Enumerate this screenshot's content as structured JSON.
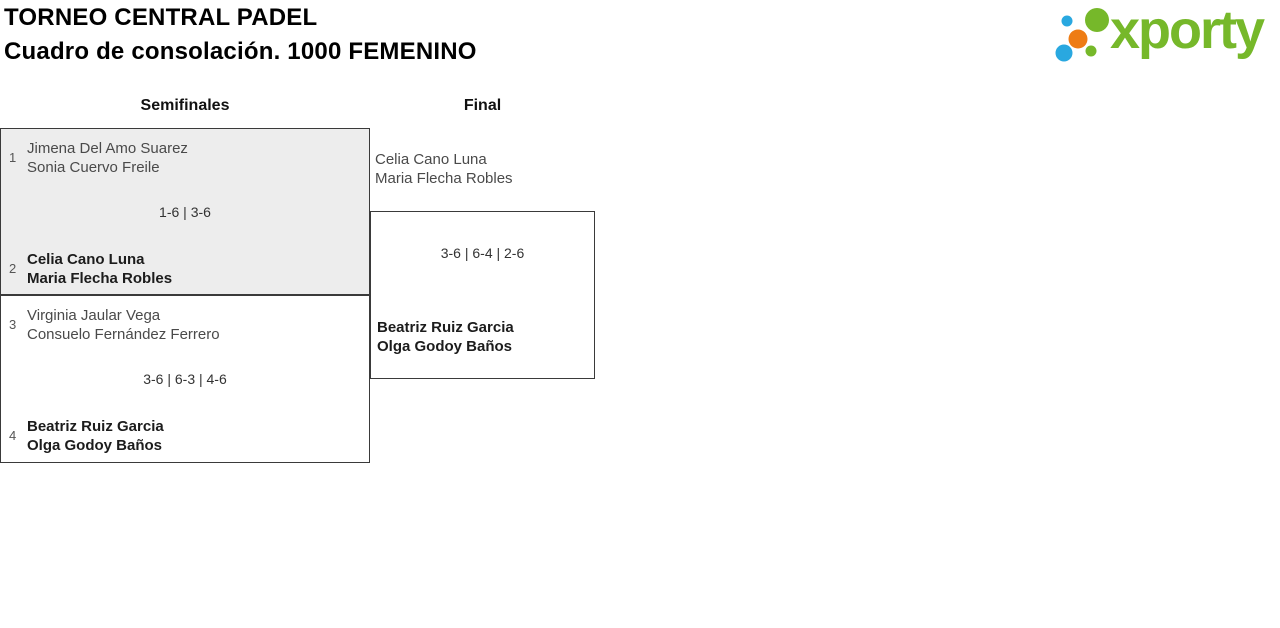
{
  "header": {
    "title_line1": "TORNEO CENTRAL PADEL",
    "title_line2": "Cuadro de consolación. 1000 FEMENINO"
  },
  "logo": {
    "text": "xporty"
  },
  "rounds": {
    "semifinals_label": "Semifinales",
    "final_label": "Final"
  },
  "bracket": {
    "semifinal_1": {
      "team1": {
        "seed": "1",
        "player1": "Jimena Del Amo Suarez",
        "player2": "Sonia Cuervo Freile",
        "winner": false
      },
      "score": "1-6 | 3-6",
      "team2": {
        "seed": "2",
        "player1": "Celia Cano Luna",
        "player2": "Maria Flecha Robles",
        "winner": true
      }
    },
    "semifinal_2": {
      "team1": {
        "seed": "3",
        "player1": "Virginia Jaular Vega",
        "player2": "Consuelo Fernández Ferrero",
        "winner": false
      },
      "score": "3-6 | 6-3 | 4-6",
      "team2": {
        "seed": "4",
        "player1": "Beatriz Ruiz Garcia",
        "player2": "Olga Godoy Baños",
        "winner": true
      }
    },
    "final": {
      "team1": {
        "player1": "Celia Cano Luna",
        "player2": "Maria Flecha Robles",
        "winner": false
      },
      "score": "3-6 | 6-4 | 2-6",
      "team2": {
        "player1": "Beatriz Ruiz Garcia",
        "player2": "Olga Godoy Baños",
        "winner": true
      }
    }
  },
  "colors": {
    "logo_green": "#76b82a",
    "logo_blue": "#29a8e0",
    "logo_orange": "#ee7c14",
    "box_fill_gray": "#ededed",
    "box_border": "#3a3a3a"
  }
}
